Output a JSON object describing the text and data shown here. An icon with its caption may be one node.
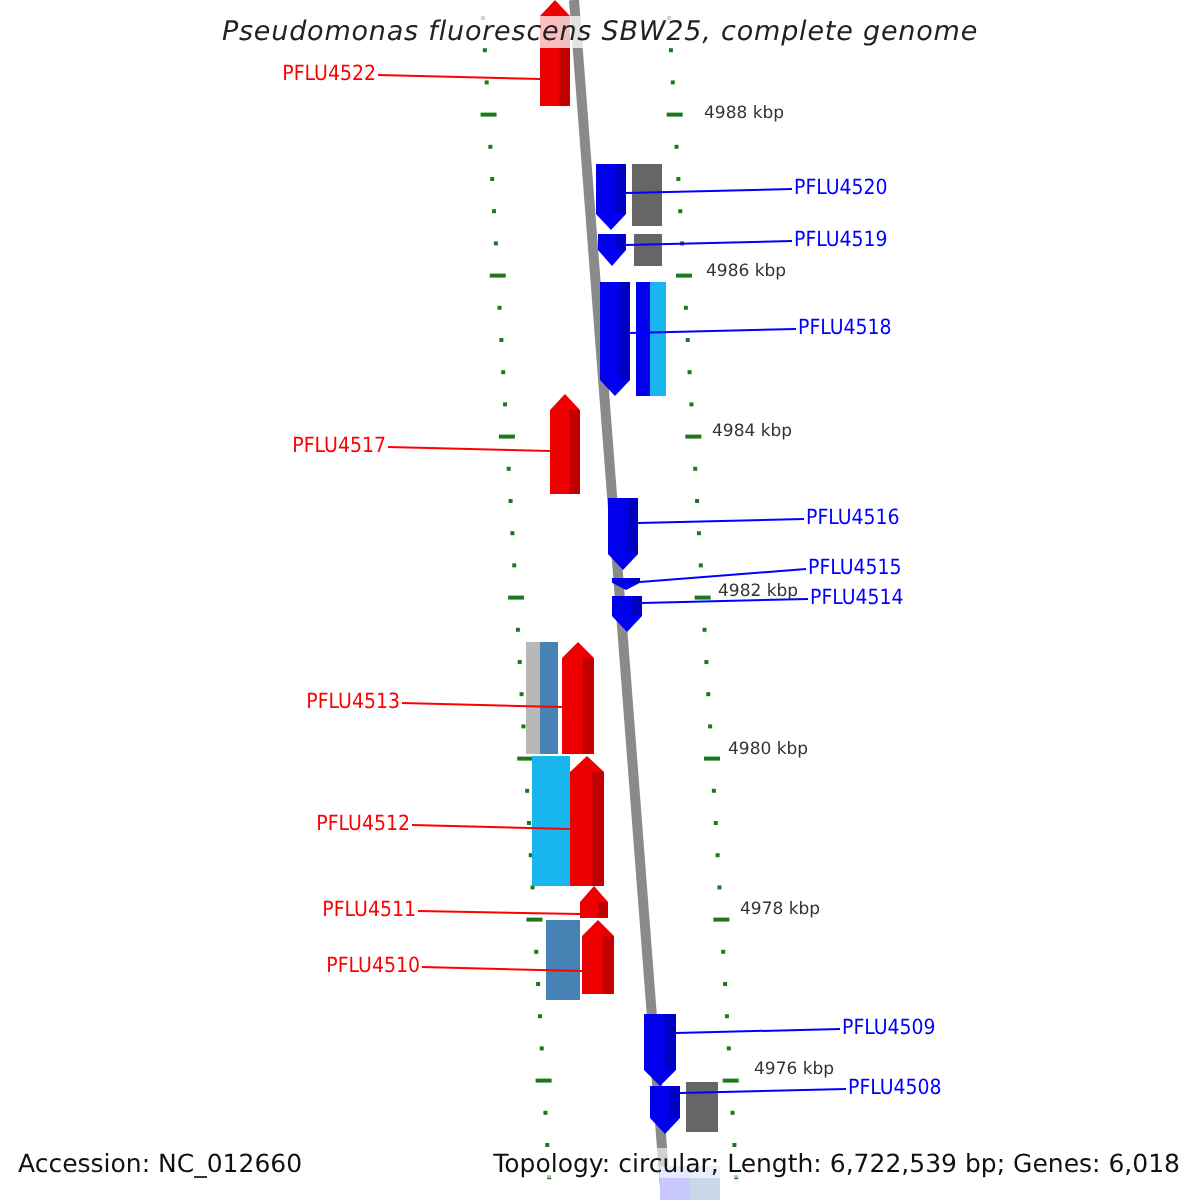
{
  "diagram": {
    "title": "Pseudomonas fluorescens SBW25, complete genome",
    "nodes": [
      {
        "text": [
          "PFLU4522"
        ]
      },
      {
        "text": [],
        "shape": "bar"
      },
      {
        "text": [
          "PFLU4520"
        ]
      },
      {
        "text": [],
        "shape": "bar"
      },
      {
        "text": [
          "PFLU4519"
        ]
      },
      {
        "text": [],
        "shape": "bar"
      },
      {
        "text": [
          "PFLU4518"
        ]
      },
      {
        "text": [],
        "shape": "bar"
      },
      {
        "text": [
          "PFLU4517"
        ]
      },
      {
        "text": [],
        "shape": "bar"
      },
      {
        "text": [
          "PFLU4516"
        ]
      },
      {
        "text": [],
        "shape": "bar"
      },
      {
        "text": [
          "PFLU4515"
        ]
      },
      {
        "text": [],
        "shape": "bar"
      },
      {
        "text": [
          "PFLU4514"
        ]
      },
      {
        "text": [],
        "shape": "bar"
      },
      {
        "text": [
          "PFLU4513"
        ]
      },
      {
        "text": [],
        "shape": "bar"
      },
      {
        "text": [
          "PFLU4512"
        ]
      },
      {
        "text": [],
        "shape": "bar"
      },
      {
        "text": [
          "PFLU4511"
        ]
      },
      {
        "text": [],
        "shape": "bar"
      },
      {
        "text": [
          "PFLU4510"
        ]
      },
      {
        "text": [],
        "shape": "bar"
      },
      {
        "text": [
          "PFLU4509"
        ]
      },
      {
        "text": [],
        "shape": "bar"
      },
      {
        "text": [
          "PFLU4508"
        ]
      },
      {
        "text": [],
        "shape": "bar"
      }
    ],
    "edges": [
      {
        "from": 0,
        "to": 1,
        "arrow": "none",
        "color": "#ff0000"
      },
      {
        "from": 2,
        "to": 3,
        "arrow": "none"
      },
      {
        "from": 4,
        "to": 5,
        "arrow": "none"
      },
      {
        "from": 6,
        "to": 7,
        "arrow": "none"
      },
      {
        "from": 8,
        "to": 9,
        "arrow": "none",
        "color": "#ff0000"
      },
      {
        "from": 10,
        "to": 11,
        "arrow": "none"
      },
      {
        "from": 12,
        "to": 13,
        "arrow": "none"
      },
      {
        "from": 14,
        "to": 15,
        "arrow": "none"
      },
      {
        "from": 16,
        "to": 17,
        "arrow": "none",
        "color": "#ff0000"
      },
      {
        "from": 18,
        "to": 19,
        "arrow": "none",
        "color": "#ff0000"
      },
      {
        "from": 20,
        "to": 21,
        "arrow": "none",
        "color": "#ff0000"
      },
      {
        "from": 22,
        "to": 23,
        "arrow": "none",
        "color": "#ff0000"
      },
      {
        "from": 24,
        "to": 25,
        "arrow": "none"
      },
      {
        "from": 26,
        "to": 27,
        "arrow": "none"
      }
    ],
    "labels": [
      "4988 kbp",
      "4986 kbp",
      "4984 kbp",
      "4982 kbp",
      "4980 kbp",
      "4978 kbp",
      "4976 kbp",
      "Accession: NC_012660",
      "Topology: circular; Length: 6,722,539 bp; Genes: 6,018"
    ]
  }
}
